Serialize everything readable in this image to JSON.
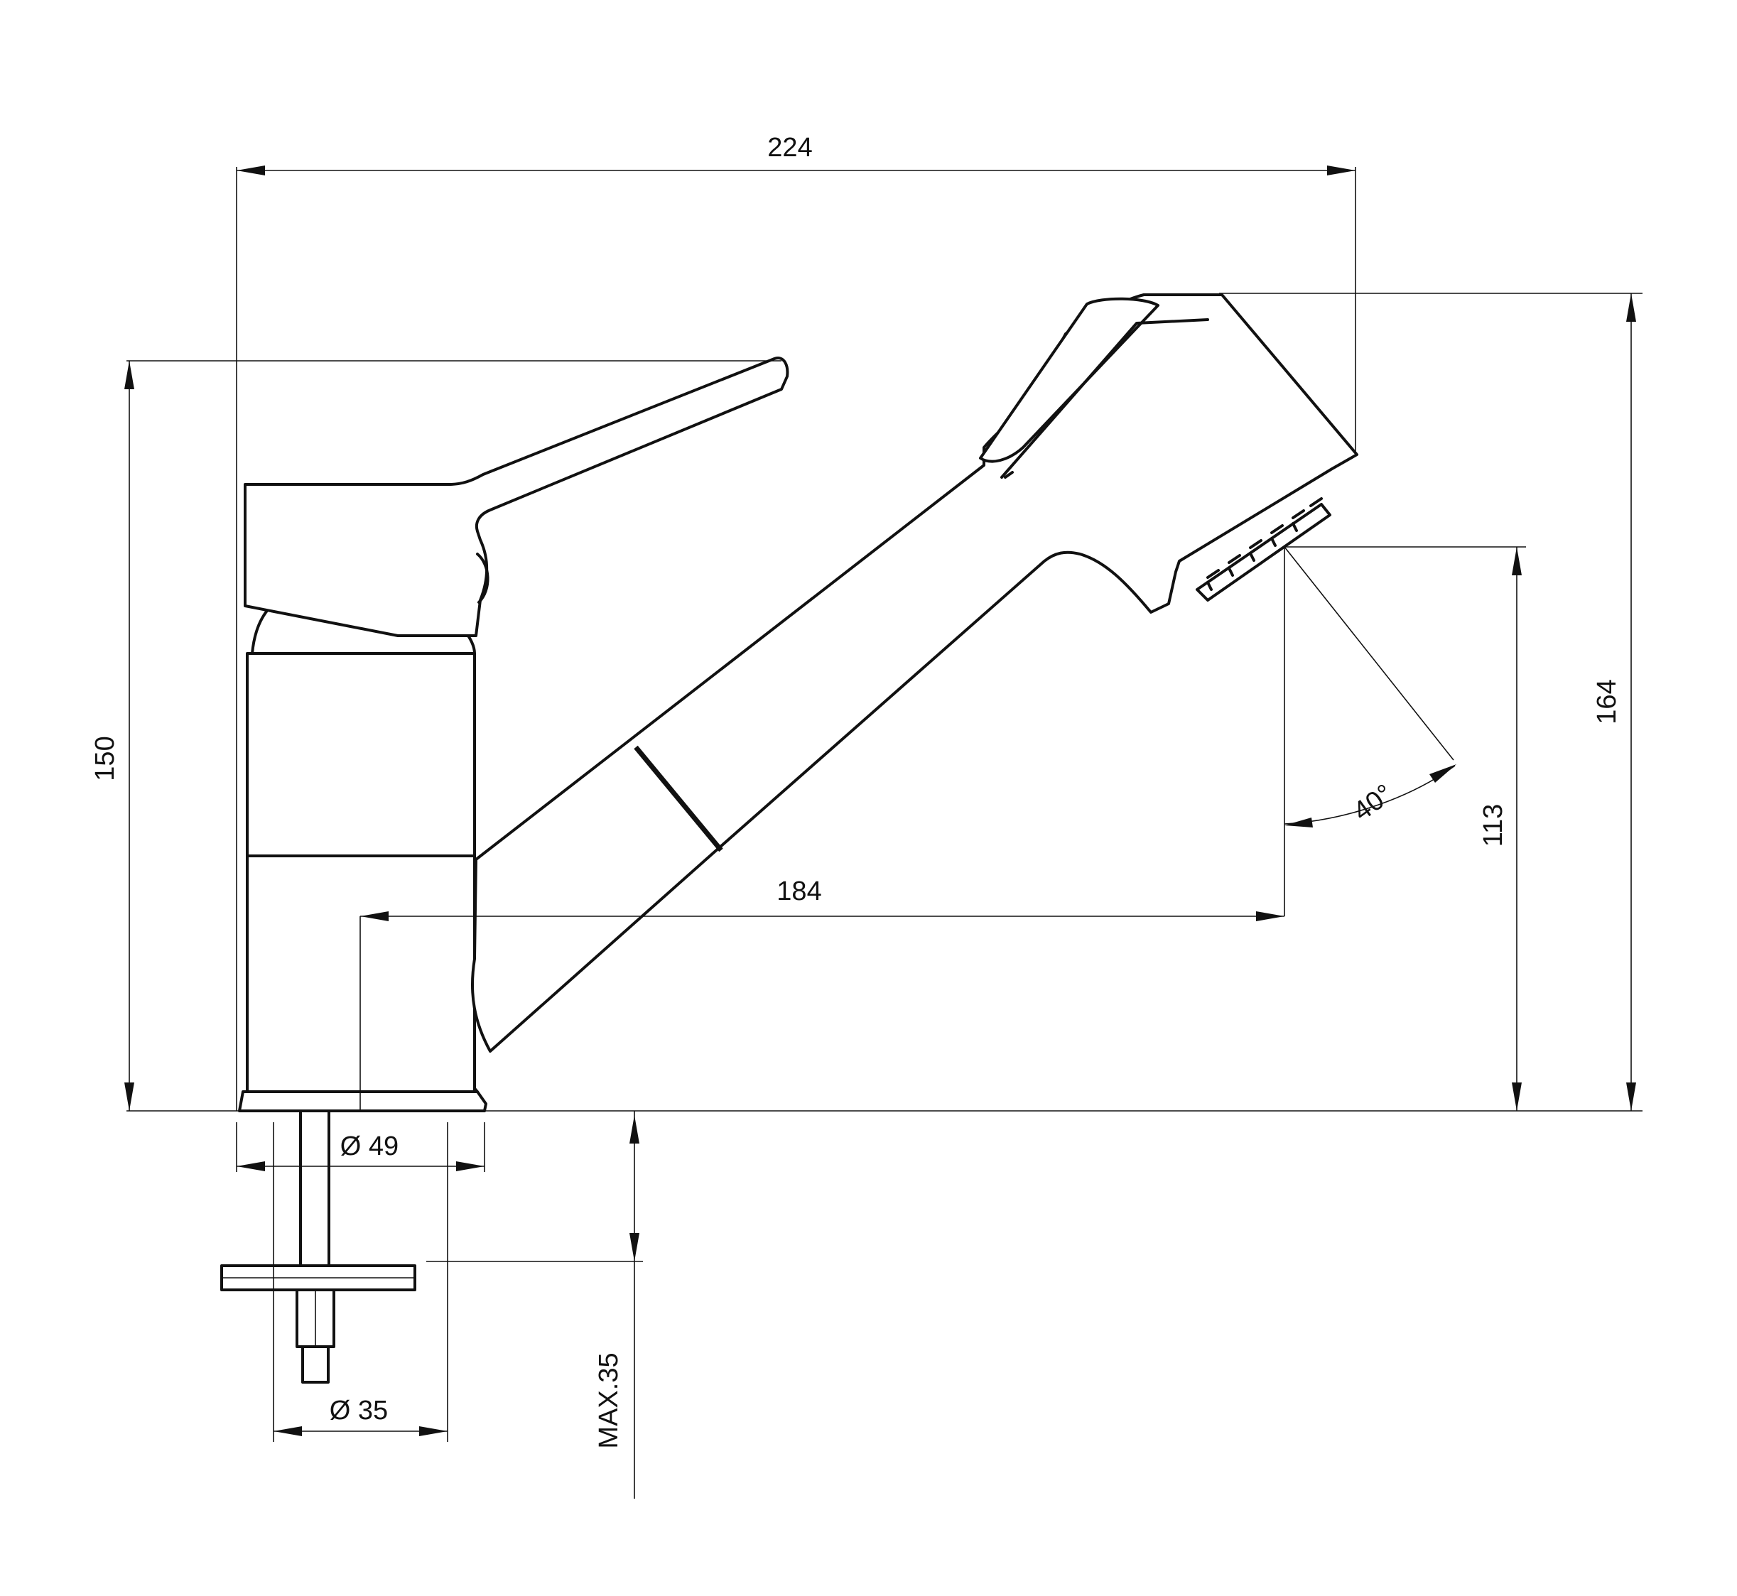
{
  "drawing": {
    "colors": {
      "line": "#111111",
      "background": "#ffffff"
    },
    "dimensions": {
      "overall_length": "224",
      "overall_height": "164",
      "lever_height": "150",
      "spout_outlet_height": "113",
      "spout_reach": "184",
      "base_diameter": "Ø 49",
      "shank_diameter": "Ø 35",
      "max_worktop_thickness": "MAX.35",
      "spray_angle": "40°"
    }
  }
}
